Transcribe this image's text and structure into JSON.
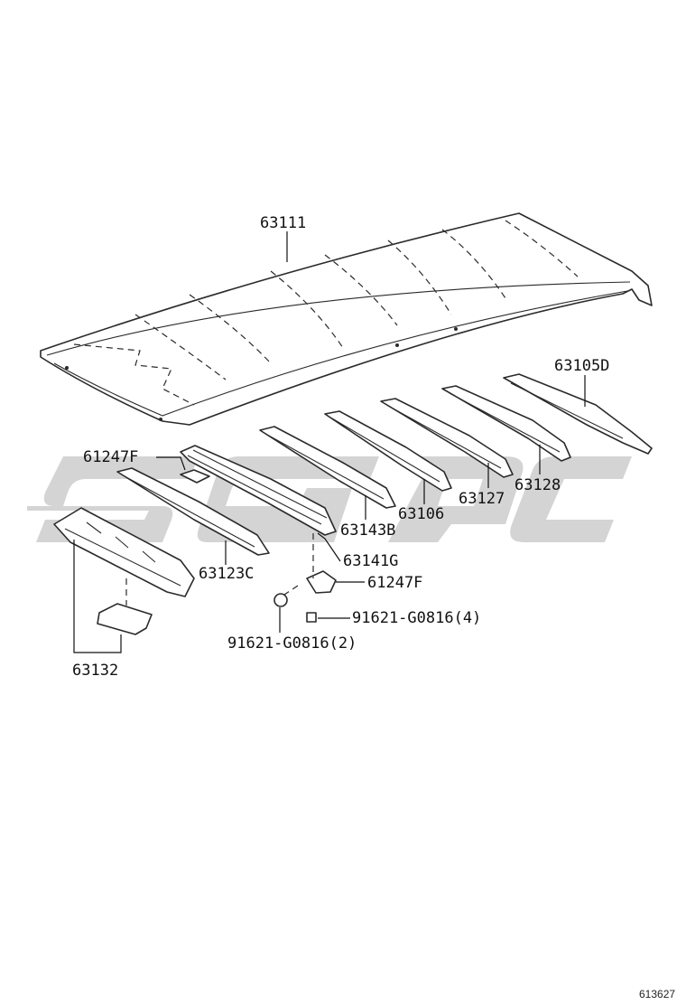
{
  "watermark_color": "#d4d4d4",
  "labels": {
    "roof_panel": "63111",
    "bow_rear": "63105D",
    "bow_5": "63128",
    "bow_4": "63127",
    "bow_3": "63106",
    "bow_2": "63143B",
    "bow_1": "63141G",
    "front_rail": "63123C",
    "bracket_upper": "61247F",
    "bracket_lower": "61247F",
    "clip_left": "91621-G0816(2)",
    "clip_right": "91621-G0816(4)",
    "header_panel": "63132"
  },
  "document_id": "613627"
}
